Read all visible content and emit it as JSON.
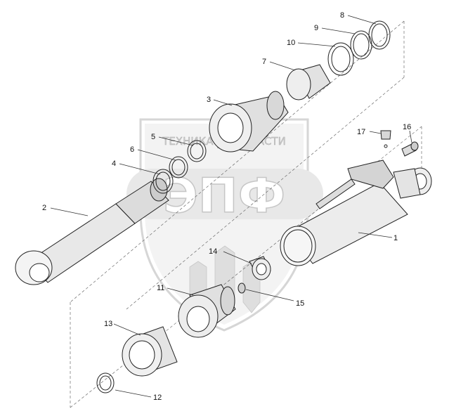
{
  "watermark": {
    "tagline": "ТЕХНИКА И ЗАПЧАСТИ",
    "logo": "ЭПФ",
    "color": "#d6d6d6"
  },
  "callouts": [
    {
      "id": "1",
      "text": "1"
    },
    {
      "id": "2",
      "text": "2"
    },
    {
      "id": "3",
      "text": "3"
    },
    {
      "id": "4",
      "text": "4"
    },
    {
      "id": "5",
      "text": "5"
    },
    {
      "id": "6",
      "text": "6"
    },
    {
      "id": "7",
      "text": "7"
    },
    {
      "id": "8",
      "text": "8"
    },
    {
      "id": "9",
      "text": "9"
    },
    {
      "id": "10",
      "text": "10"
    },
    {
      "id": "11",
      "text": "11"
    },
    {
      "id": "12",
      "text": "12"
    },
    {
      "id": "13",
      "text": "13"
    },
    {
      "id": "14",
      "text": "14"
    },
    {
      "id": "15",
      "text": "15"
    },
    {
      "id": "16",
      "text": "16"
    },
    {
      "id": "17",
      "text": "17"
    }
  ]
}
